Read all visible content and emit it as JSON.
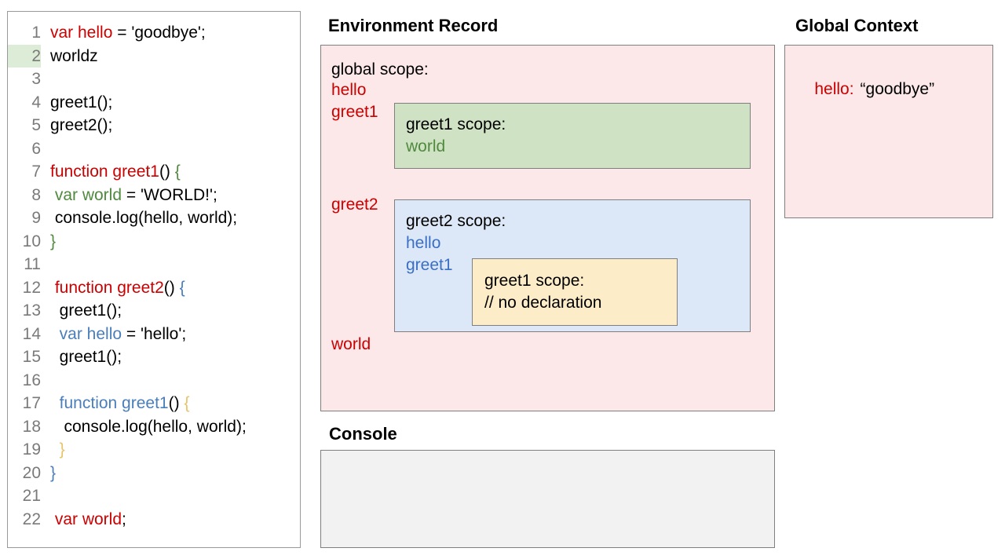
{
  "code_panel": {
    "lines": [
      {
        "num": "1",
        "highlight": false,
        "tokens": [
          {
            "t": "var hello",
            "c": "red"
          },
          {
            "t": " = 'goodbye';",
            "c": "black"
          }
        ]
      },
      {
        "num": "2",
        "highlight": true,
        "tokens": [
          {
            "t": "worldz",
            "c": "black"
          }
        ]
      },
      {
        "num": "3",
        "highlight": false,
        "tokens": [
          {
            "t": "",
            "c": "black"
          }
        ]
      },
      {
        "num": "4",
        "highlight": false,
        "tokens": [
          {
            "t": "greet1();",
            "c": "black"
          }
        ]
      },
      {
        "num": "5",
        "highlight": false,
        "tokens": [
          {
            "t": "greet2();",
            "c": "black"
          }
        ]
      },
      {
        "num": "6",
        "highlight": false,
        "tokens": [
          {
            "t": "",
            "c": "black"
          }
        ]
      },
      {
        "num": "7",
        "highlight": false,
        "tokens": [
          {
            "t": "function greet1",
            "c": "red"
          },
          {
            "t": "() ",
            "c": "black"
          },
          {
            "t": "{",
            "c": "green"
          }
        ]
      },
      {
        "num": "8",
        "highlight": false,
        "tokens": [
          {
            "t": " var world",
            "c": "green"
          },
          {
            "t": " = 'WORLD!';",
            "c": "black"
          }
        ]
      },
      {
        "num": "9",
        "highlight": false,
        "tokens": [
          {
            "t": " console.log(hello, world);",
            "c": "black"
          }
        ]
      },
      {
        "num": "10",
        "highlight": false,
        "tokens": [
          {
            "t": "}",
            "c": "green"
          }
        ]
      },
      {
        "num": "11",
        "highlight": false,
        "tokens": [
          {
            "t": "",
            "c": "black"
          }
        ]
      },
      {
        "num": "12",
        "highlight": false,
        "tokens": [
          {
            "t": " function greet2",
            "c": "red"
          },
          {
            "t": "() ",
            "c": "black"
          },
          {
            "t": "{",
            "c": "blue"
          }
        ]
      },
      {
        "num": "13",
        "highlight": false,
        "tokens": [
          {
            "t": "  greet1();",
            "c": "black"
          }
        ]
      },
      {
        "num": "14",
        "highlight": false,
        "tokens": [
          {
            "t": "  var hello",
            "c": "blue"
          },
          {
            "t": " = 'hello';",
            "c": "black"
          }
        ]
      },
      {
        "num": "15",
        "highlight": false,
        "tokens": [
          {
            "t": "  greet1();",
            "c": "black"
          }
        ]
      },
      {
        "num": "16",
        "highlight": false,
        "tokens": [
          {
            "t": "",
            "c": "black"
          }
        ]
      },
      {
        "num": "17",
        "highlight": false,
        "tokens": [
          {
            "t": "  function greet1",
            "c": "blue"
          },
          {
            "t": "() ",
            "c": "black"
          },
          {
            "t": "{",
            "c": "gold"
          }
        ]
      },
      {
        "num": "18",
        "highlight": false,
        "tokens": [
          {
            "t": "   console.log(hello, world);",
            "c": "black"
          }
        ]
      },
      {
        "num": "19",
        "highlight": false,
        "tokens": [
          {
            "t": "  }",
            "c": "gold"
          }
        ]
      },
      {
        "num": "20",
        "highlight": false,
        "tokens": [
          {
            "t": "}",
            "c": "blue"
          }
        ]
      },
      {
        "num": "21",
        "highlight": false,
        "tokens": [
          {
            "t": "",
            "c": "black"
          }
        ]
      },
      {
        "num": "22",
        "highlight": false,
        "tokens": [
          {
            "t": " var world",
            "c": "red"
          },
          {
            "t": ";",
            "c": "black"
          }
        ]
      }
    ]
  },
  "environment_record": {
    "title": "Environment Record",
    "global_scope_label": "global scope:",
    "global_bindings": [
      "hello",
      "greet1",
      "greet2",
      "world"
    ],
    "greet1_scope": {
      "label": "greet1 scope:",
      "bindings": [
        "world"
      ]
    },
    "greet2_scope": {
      "label": "greet2 scope:",
      "bindings": [
        "hello",
        "greet1"
      ],
      "greet1_inner_scope": {
        "label": "greet1 scope:",
        "note": "// no declaration"
      }
    }
  },
  "console": {
    "title": "Console",
    "output": ""
  },
  "global_context": {
    "title": "Global Context",
    "entries": [
      {
        "key": "hello:",
        "value": "“goodbye”"
      }
    ]
  },
  "colors": {
    "red": "#cc0000",
    "green": "#4f8a3d",
    "blue": "#3a6fc4",
    "gold": "#e8c468",
    "pink_panel": "#fce8e8",
    "green_panel": "#cfe2c4",
    "blue_panel": "#dce8f7",
    "yellow_panel": "#fcecc8",
    "console_panel": "#f2f2f2",
    "line_highlight": "#dcecd6"
  }
}
